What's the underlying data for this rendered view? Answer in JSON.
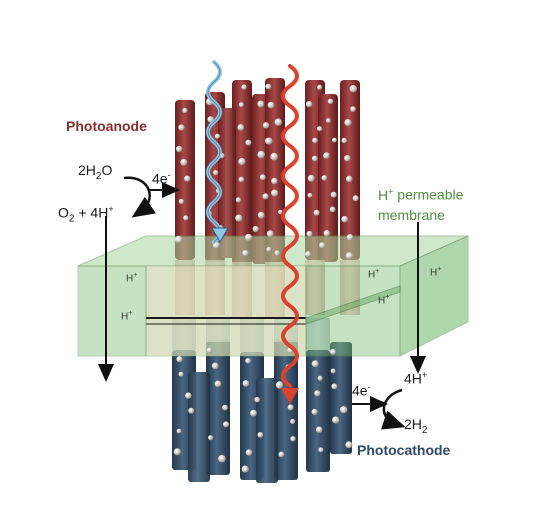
{
  "labels": {
    "photoanode": "Photoanode",
    "photocathode": "Photocathode",
    "membrane_line1_sup": "+",
    "membrane_line1_base": "H",
    "membrane_line1_rest": " permeable",
    "membrane_line2": "membrane"
  },
  "anode_reaction": {
    "reactant_coeff": "2H",
    "reactant_sub": "2",
    "reactant_tail": "O",
    "electrons": "4e",
    "electrons_sup": "-",
    "product_o2": "O",
    "product_o2_sub": "2",
    "product_plus": " + 4H",
    "product_plus_sup": "+"
  },
  "cathode_reaction": {
    "electrons": "4e",
    "electrons_sup": "-",
    "protons": "4H",
    "protons_sup": "+",
    "product": "2H",
    "product_sub": "2"
  },
  "membrane_ions": {
    "base": "H",
    "sup": "+"
  },
  "colors": {
    "photoanode": "#8a2f2f",
    "photocathode": "#2f4a63",
    "membrane": "#7fc27a",
    "membrane_label": "#4f8f3f",
    "light_blue": "#8ec8ea",
    "light_red": "#d9432e"
  }
}
